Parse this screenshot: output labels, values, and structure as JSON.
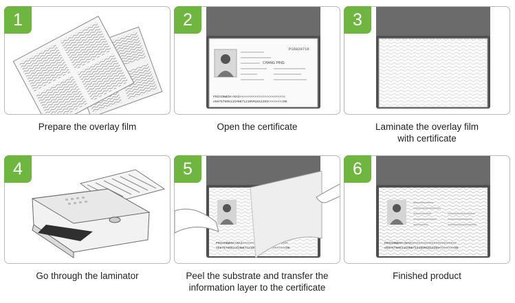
{
  "steps": [
    {
      "number": "1",
      "caption": [
        "Prepare the overlay film"
      ]
    },
    {
      "number": "2",
      "caption": [
        "Open the certificate"
      ]
    },
    {
      "number": "3",
      "caption": [
        "Laminate the overlay film",
        "with certificate"
      ]
    },
    {
      "number": "4",
      "caption": [
        "Go through the laminator"
      ]
    },
    {
      "number": "5",
      "caption": [
        "Peel  the substrate and transfer the",
        "information layer to the certificate"
      ]
    },
    {
      "number": "6",
      "caption": [
        "Finished product"
      ]
    }
  ],
  "passport": {
    "number": "P16820716",
    "name": "CHANG PING",
    "mrz_line1": "POCHINWEN<<KAI<<<<<<<<<<<<<<<<<<<<<<<<",
    "mrz_line2": "e5676760611CHN8712105M181220S<<<<<<<<06"
  },
  "colors": {
    "badge": "#6fb640",
    "cover": "#6b6b6b"
  }
}
